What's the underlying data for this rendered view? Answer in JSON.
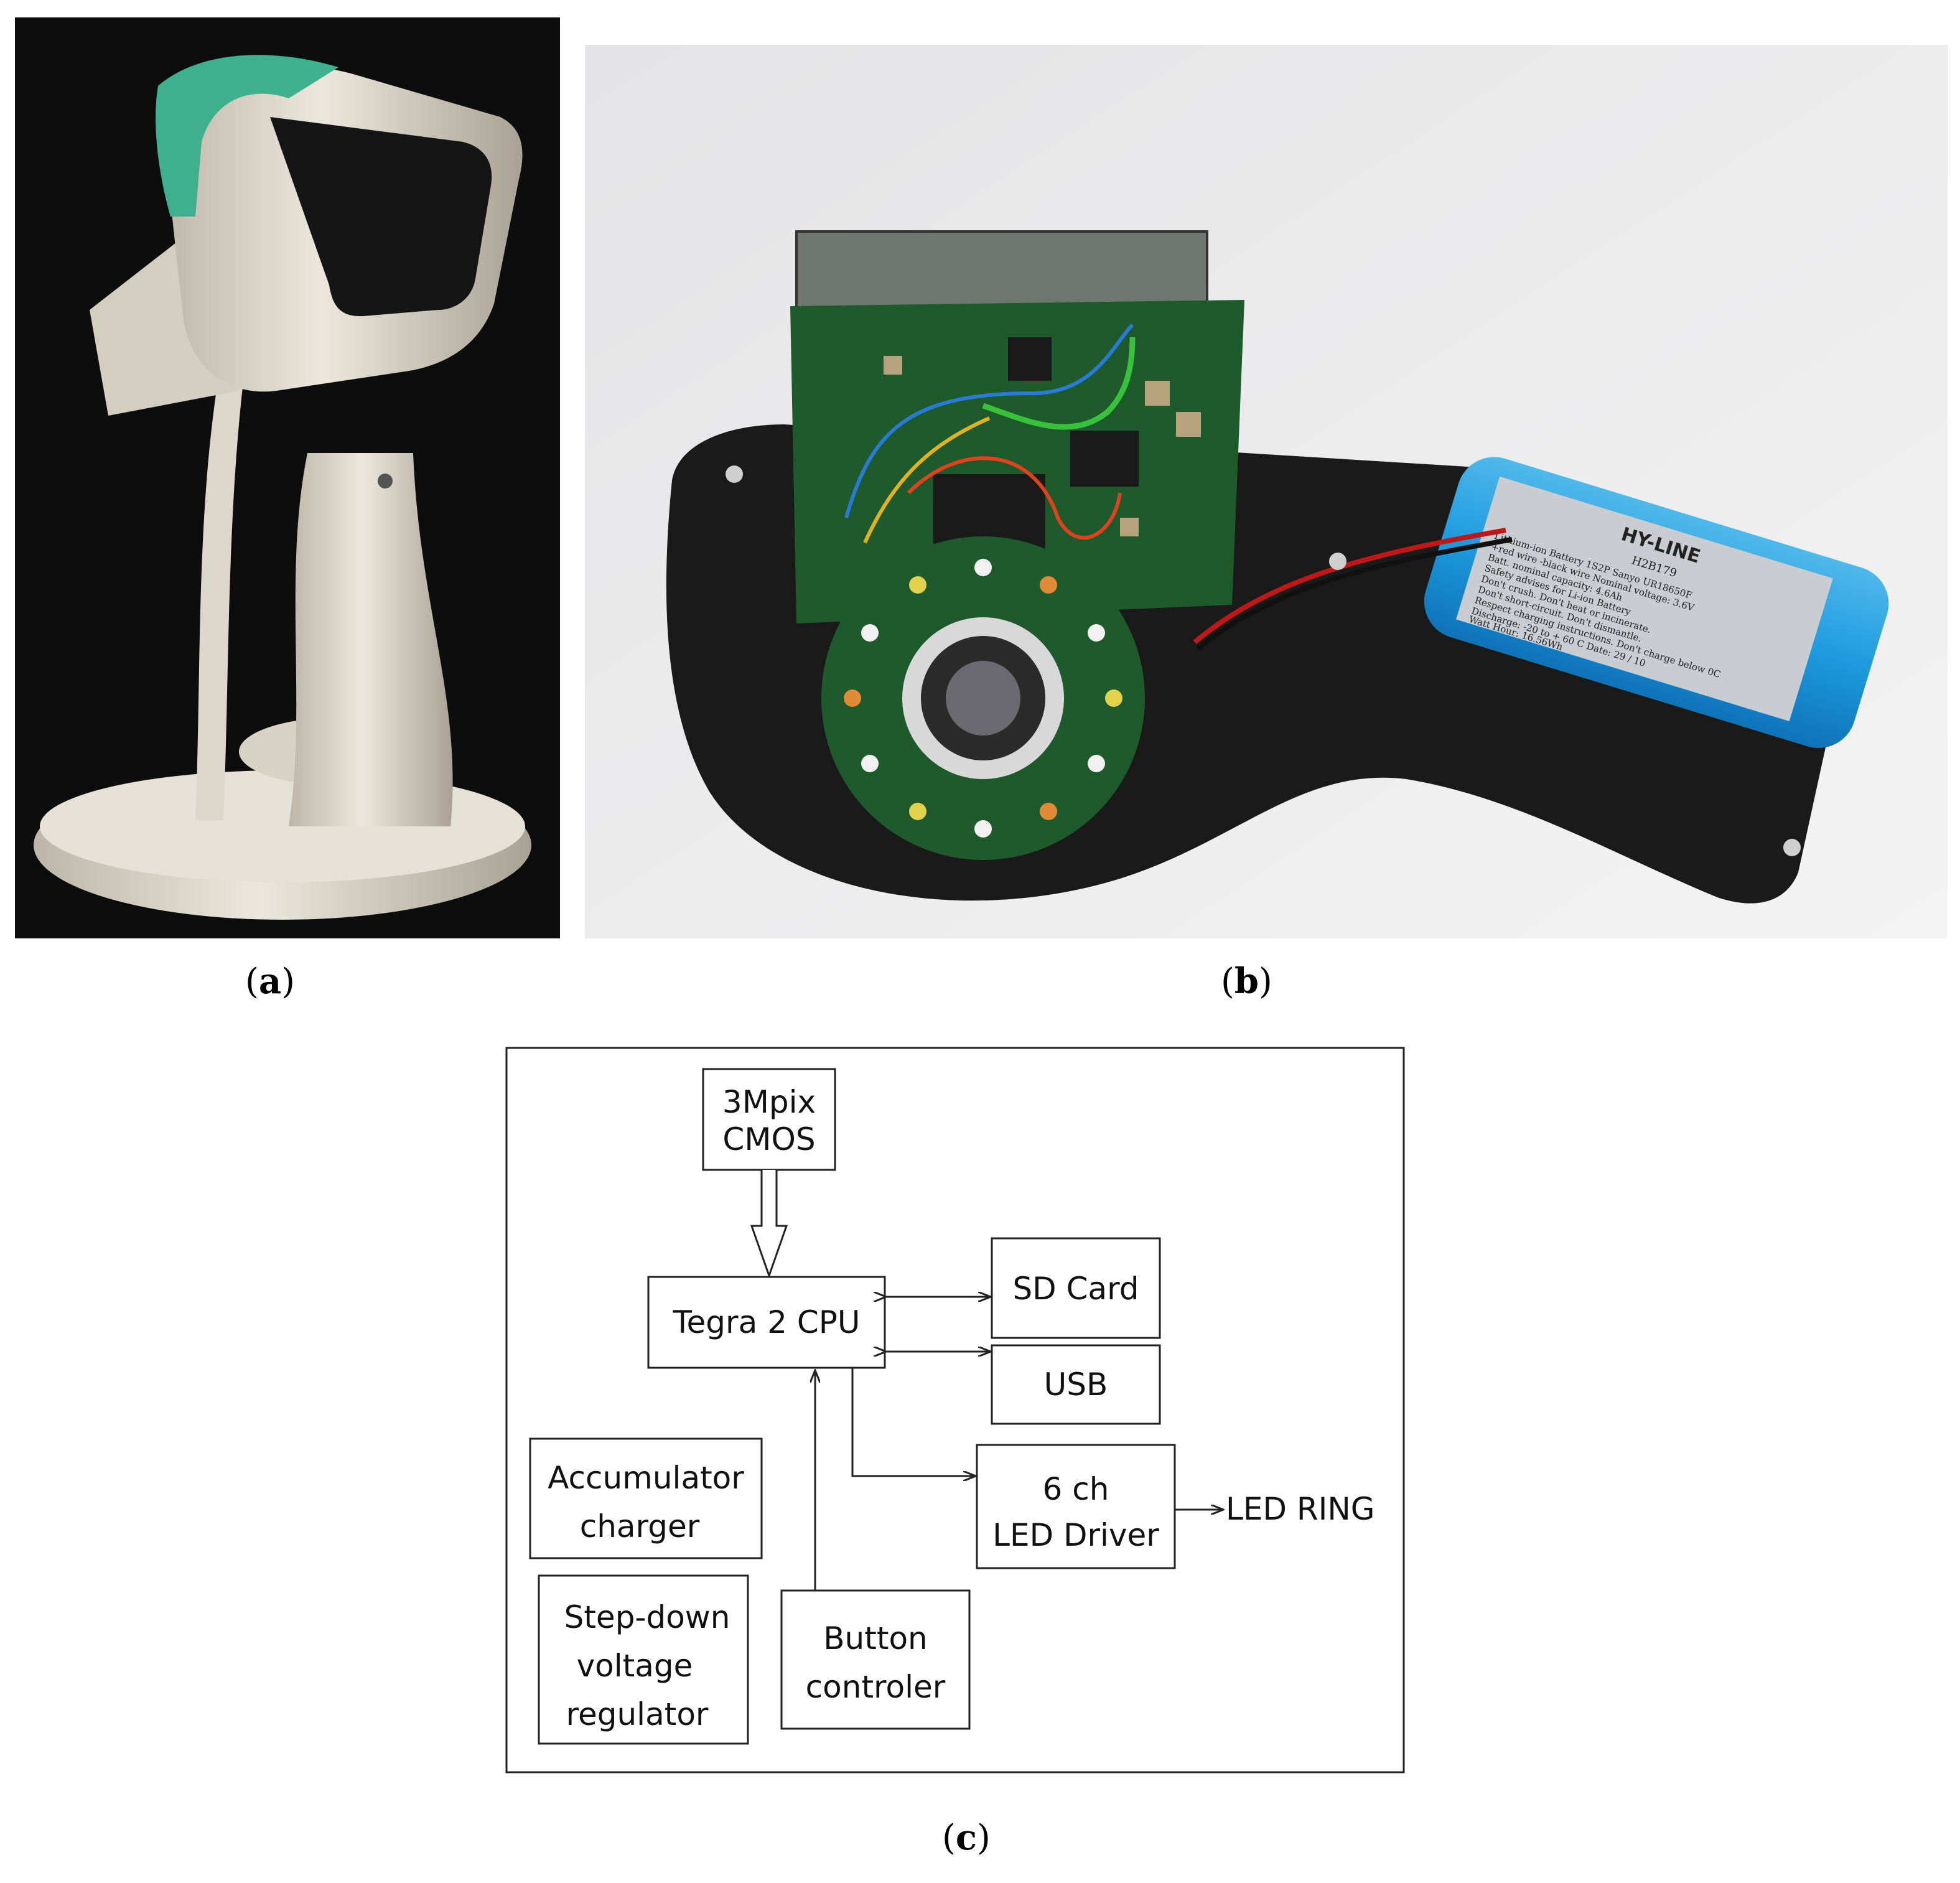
{
  "panels": {
    "a": {
      "label_open": "(",
      "label_letter": "a",
      "label_close": ")"
    },
    "b": {
      "label_open": "(",
      "label_letter": "b",
      "label_close": ")"
    },
    "c": {
      "label_open": "(",
      "label_letter": "c",
      "label_close": ")"
    }
  },
  "battery_label": {
    "brand": "HY-LINE",
    "model": "H2B179",
    "lines": [
      "Lithium-ion Battery 1S2P Sanyo UR18650F",
      "+red wire -black wire Nominal voltage: 3.6V",
      "Batt. nominal capacity: 4.6Ah",
      "Safety advises for Li-ion Battery",
      "Don't crush. Don't heat or incinerate.",
      "Don't short-circuit. Don't dismantle.",
      "Respect charging instructions. Don't charge below 0C",
      "Discharge: -20 to + 60 C   Date: 29 / 10",
      "Watt Hour: 16.56Wh"
    ]
  },
  "diagram": {
    "blocks": {
      "cmos": {
        "line1": "3Mpix",
        "line2": "CMOS"
      },
      "cpu": {
        "line1": "Tegra 2 CPU"
      },
      "sd": {
        "line1": "SD Card"
      },
      "usb": {
        "line1": "USB"
      },
      "led_driver": {
        "line1": "6 ch",
        "line2": "LED Driver"
      },
      "charger": {
        "line1": "Accumulator",
        "line2": "charger"
      },
      "regulator": {
        "line1": "Step-down",
        "line2": "voltage",
        "line3": "regulator"
      },
      "button": {
        "line1": "Button",
        "line2": "controler"
      }
    },
    "output_label": "LED RING"
  }
}
